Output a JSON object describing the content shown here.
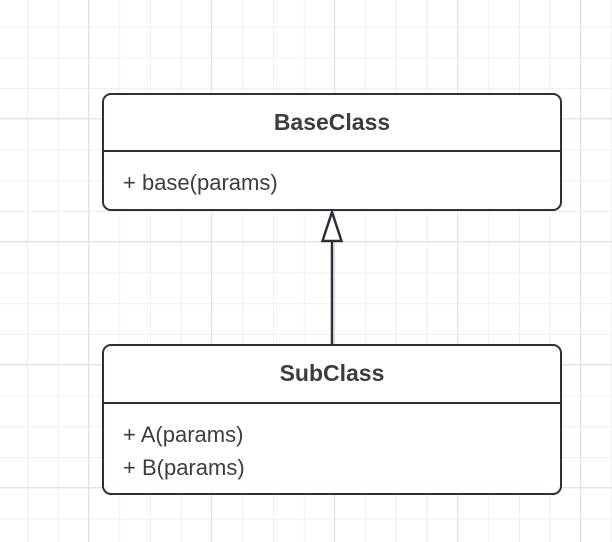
{
  "diagram": {
    "type": "uml-class-diagram",
    "colors": {
      "stroke": "#2b303a",
      "text": "#3d3d3d",
      "fill": "#ffffff",
      "grid-minor": "#efefef",
      "grid-major": "#e2e2e2"
    },
    "classes": [
      {
        "name": "BaseClass",
        "members": [
          "+ base(params)"
        ]
      },
      {
        "name": "SubClass",
        "members": [
          "+ A(params)",
          "+ B(params)"
        ]
      }
    ],
    "relation": {
      "type": "inheritance",
      "from": "SubClass",
      "to": "BaseClass",
      "arrowhead": "hollow-triangle"
    }
  }
}
